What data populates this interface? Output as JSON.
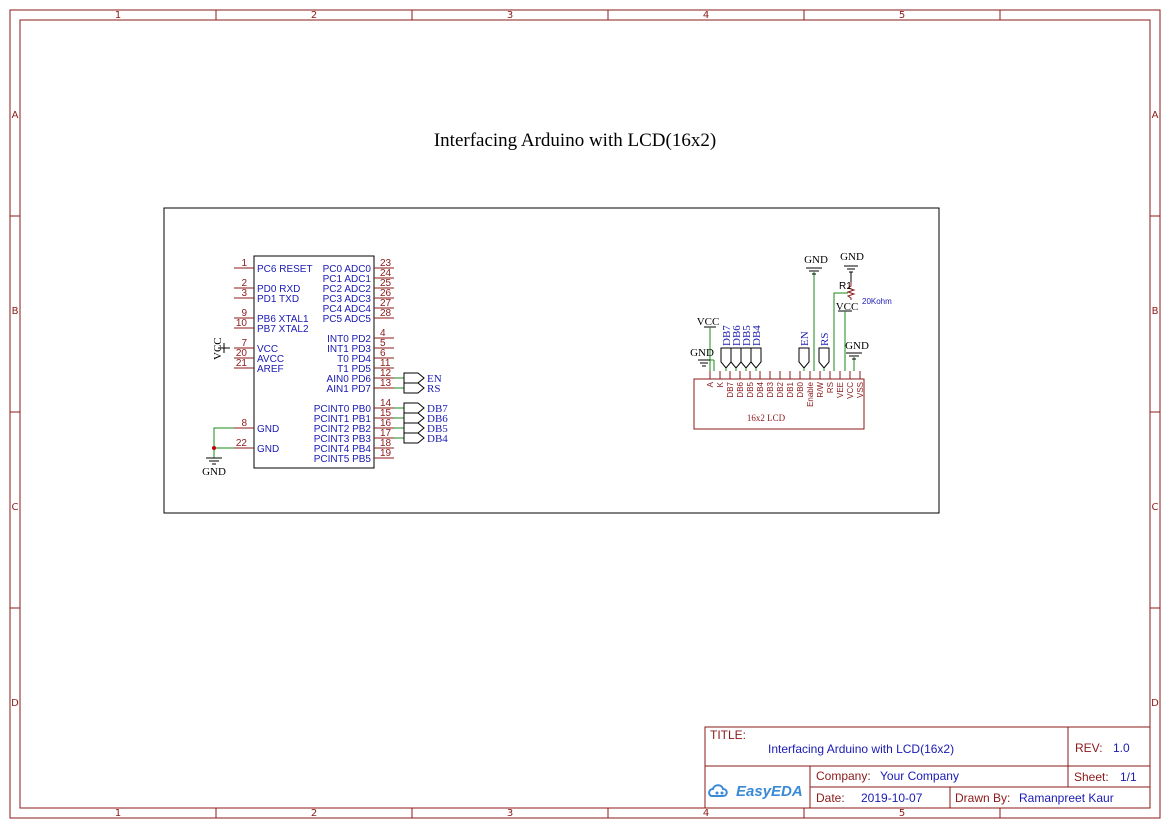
{
  "sheet": {
    "title": "Interfacing Arduino with LCD(16x2)",
    "columns": [
      "1",
      "2",
      "3",
      "4",
      "5"
    ],
    "rows": [
      "A",
      "B",
      "C",
      "D"
    ]
  },
  "mcu": {
    "left_pins": [
      {
        "num": "1",
        "name": "PC6 RESET"
      },
      {
        "num": "2",
        "name": "PD0 RXD"
      },
      {
        "num": "3",
        "name": "PD1 TXD"
      },
      {
        "num": "9",
        "name": "PB6 XTAL1"
      },
      {
        "num": "10",
        "name": "PB7 XTAL2"
      },
      {
        "num": "7",
        "name": "VCC"
      },
      {
        "num": "20",
        "name": "AVCC"
      },
      {
        "num": "21",
        "name": "AREF"
      },
      {
        "num": "8",
        "name": "GND"
      },
      {
        "num": "22",
        "name": "GND"
      }
    ],
    "right_pins": [
      {
        "num": "23",
        "name": "PC0 ADC0"
      },
      {
        "num": "24",
        "name": "PC1 ADC1"
      },
      {
        "num": "25",
        "name": "PC2 ADC2"
      },
      {
        "num": "26",
        "name": "PC3 ADC3"
      },
      {
        "num": "27",
        "name": "PC4 ADC4"
      },
      {
        "num": "28",
        "name": "PC5 ADC5"
      },
      {
        "num": "4",
        "name": "INT0 PD2"
      },
      {
        "num": "5",
        "name": "INT1 PD3"
      },
      {
        "num": "6",
        "name": "T0 PD4"
      },
      {
        "num": "11",
        "name": "T1 PD5"
      },
      {
        "num": "12",
        "name": "AIN0 PD6"
      },
      {
        "num": "13",
        "name": "AIN1 PD7"
      },
      {
        "num": "14",
        "name": "PCINT0 PB0"
      },
      {
        "num": "15",
        "name": "PCINT1 PB1"
      },
      {
        "num": "16",
        "name": "PCINT2 PB2"
      },
      {
        "num": "17",
        "name": "PCINT3 PB3"
      },
      {
        "num": "18",
        "name": "PCINT4 PB4"
      },
      {
        "num": "19",
        "name": "PCINT5 PB5"
      }
    ],
    "vcc_label": "VCC",
    "gnd_label": "GND",
    "net_ports": [
      "EN",
      "RS",
      "DB7",
      "DB6",
      "DB5",
      "DB4"
    ]
  },
  "lcd": {
    "label": "16x2 LCD",
    "pins": [
      "A",
      "K",
      "DB7",
      "DB6",
      "DB5",
      "DB4",
      "DB3",
      "DB2",
      "DB1",
      "DB0",
      "Enable",
      "R/W",
      "RS",
      "VEE",
      "VCC",
      "VSS"
    ],
    "net_ports": [
      "DB7",
      "DB6",
      "DB5",
      "DB4",
      "EN",
      "RS"
    ],
    "vcc_label": "VCC",
    "vcc2_label": "VCC",
    "gnd_labels": [
      "GND",
      "GND",
      "GND",
      "GND"
    ],
    "resistor_ref": "R1",
    "resistor_value": "20Kohm"
  },
  "title_block": {
    "title_label": "TITLE:",
    "title_value": "Interfacing Arduino with LCD(16x2)",
    "rev_label": "REV:",
    "rev_value": "1.0",
    "company_label": "Company:",
    "company_value": "Your Company",
    "sheet_label": "Sheet:",
    "sheet_value": "1/1",
    "date_label": "Date:",
    "date_value": "2019-10-07",
    "drawn_label": "Drawn By:",
    "drawn_value": "Ramanpreet Kaur",
    "logo_text": "EasyEDA"
  },
  "colors": {
    "frame": "#8b1a1a",
    "text_blue": "#1a1ab4",
    "wire": "#1a8a1a"
  }
}
